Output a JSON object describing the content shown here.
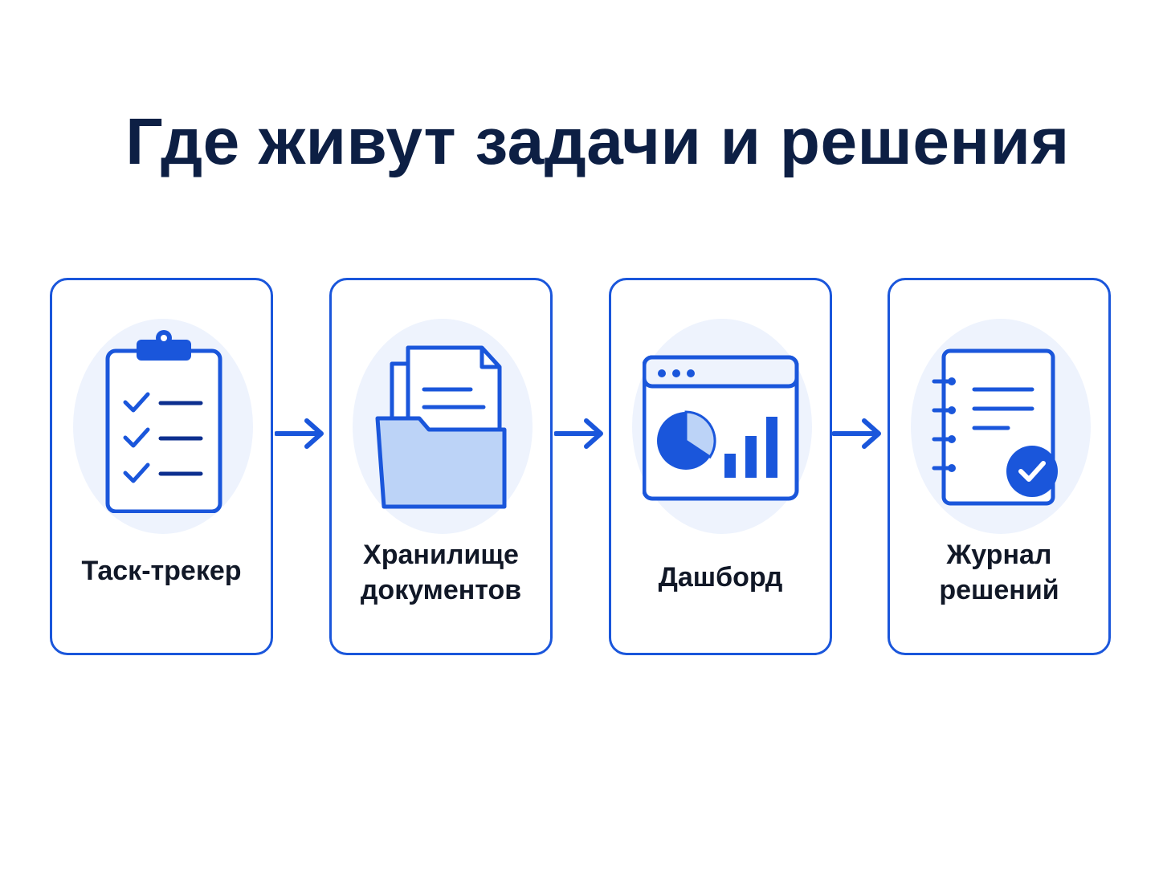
{
  "title": "Где живут задачи и решения",
  "colors": {
    "accent": "#1a56db",
    "accent_light": "#bcd3f7",
    "halo": "#eef3fd",
    "title": "#0d1f44"
  },
  "steps": [
    {
      "label_lines": [
        "Таск-трекер"
      ],
      "icon": "clipboard-checklist-icon"
    },
    {
      "label_lines": [
        "Хранилище",
        "документов"
      ],
      "icon": "folder-document-icon"
    },
    {
      "label_lines": [
        "Дашборд"
      ],
      "icon": "dashboard-chart-icon"
    },
    {
      "label_lines": [
        "Журнал",
        "решений"
      ],
      "icon": "decision-log-icon"
    }
  ]
}
